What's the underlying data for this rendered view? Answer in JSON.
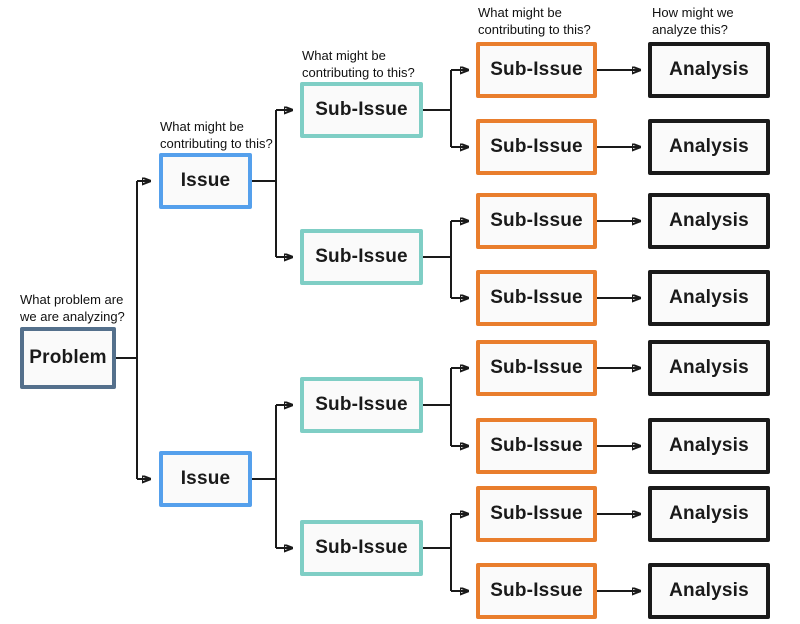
{
  "questions": {
    "problem": "What problem are we are analyzing?",
    "issue": "What might be contributing to this?",
    "sub_issue": "What might be contributing to this?",
    "sub_issue_2": "What might be contributing to this?",
    "analysis": "How might we analyze this?"
  },
  "labels": {
    "problem": "Problem",
    "issue": "Issue",
    "sub_issue": "Sub-Issue",
    "analysis": "Analysis"
  },
  "colors": {
    "problem_border": "#54708C",
    "issue_border": "#55A0EC",
    "sub_issue_border": "#7FCEC5",
    "sub_issue_2_border": "#E97E2D",
    "analysis_border": "#1A1A1A",
    "node_fill": "#FAFAFA",
    "connector": "#1A1A1A",
    "text": "#1A1A1A"
  }
}
